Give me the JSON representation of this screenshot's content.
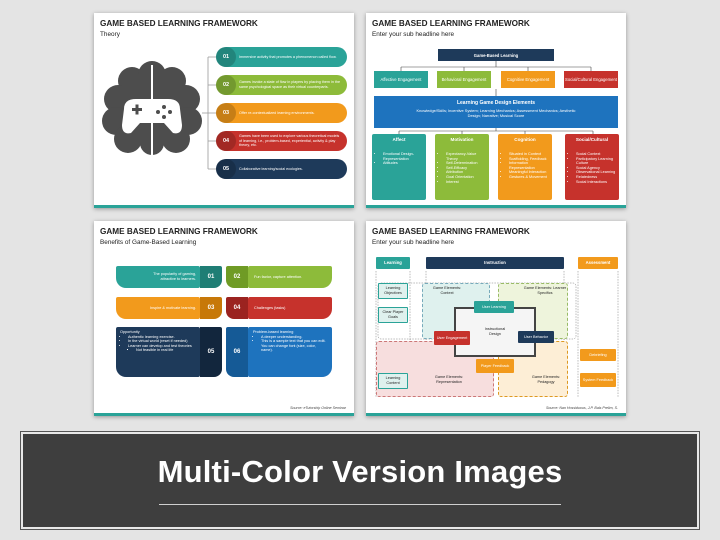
{
  "banner": {
    "title": "Multi-Color Version Images"
  },
  "colors": {
    "teal": "#2aa398",
    "green": "#8dbb3a",
    "orange": "#f29a1c",
    "red": "#c6322c",
    "navy": "#1e3a5a",
    "blue": "#1e73be"
  },
  "slide1": {
    "title": "GAME BASED LEARNING FRAMEWORK",
    "subtitle": "Theory",
    "items": [
      {
        "num": "01",
        "text": "Immersive activity that promotes a phenomenon called flow."
      },
      {
        "num": "02",
        "text": "Games invoke a state of flow in players by placing them in the same psychological space as their virtual counterparts."
      },
      {
        "num": "03",
        "text": "Offer re-contextualized learning environments."
      },
      {
        "num": "04",
        "text": "Games have been used to explore various theoretical models of learning, i.e., problem-based, experiential, activity & play theory, etc."
      },
      {
        "num": "05",
        "text": "Collaborative learning/social ecologies."
      }
    ]
  },
  "slide2": {
    "title": "GAME BASED LEARNING FRAMEWORK",
    "subtitle": "Enter your sub headline here",
    "top": "Game-Based Learning",
    "engagements": [
      "Affective Engagement",
      "Behavioral Engagement",
      "Cognitive Engagement",
      "Social/Cultural Engagement"
    ],
    "elements_title": "Learning Game Design Elements",
    "elements_text": "Knowledge/Skills; Incentive System; Learning Mechanics; Assessment Mechanics; Aesthetic Design; Narrative; Musical Score",
    "columns": [
      {
        "head": "Affect",
        "items": [
          "Emotional Design-Representation",
          "Attitudes"
        ]
      },
      {
        "head": "Motivation",
        "items": [
          "Expectancy-Value Theory",
          "Self-Determination",
          "Self-Efficacy",
          "Attribution",
          "Goal Orientation",
          "Interest"
        ]
      },
      {
        "head": "Cognition",
        "items": [
          "Situated in Context",
          "Scaffolding, Feedback",
          "Information Representation",
          "Meaningful Interaction",
          "Gestures & Movement"
        ]
      },
      {
        "head": "Social/Cultural",
        "items": [
          "Social Context",
          "Participatory Learning Culture",
          "Social Agency",
          "Observational Learning",
          "Relatedness",
          "Social Interactions"
        ]
      }
    ]
  },
  "slide3": {
    "title": "GAME BASED LEARNING FRAMEWORK",
    "subtitle": "Benefits of Game-Based Learning",
    "source": "Source: eTutorship Online Seminar",
    "items": [
      {
        "num": "01",
        "text": "The popularity of gaming, attractive to learners."
      },
      {
        "num": "02",
        "text": "Fun factor, capture attention."
      },
      {
        "num": "03",
        "text": "Inspire & motivate learning."
      },
      {
        "num": "04",
        "text": "Challenges (tasks)"
      }
    ],
    "item5": {
      "num": "05",
      "head": "Opportunity",
      "bullets": [
        "Authentic learning exercise.",
        "In the virtual world (reset if needed)",
        "Learner can develop and test theories"
      ],
      "sub": "Not feasible in real life"
    },
    "item6": {
      "num": "06",
      "head": "Problem-based learning",
      "bullets": [
        "A deeper understanding.",
        "This is a sample text that you can edit. You can change font (size, color, name)."
      ]
    }
  },
  "slide4": {
    "title": "GAME BASED LEARNING FRAMEWORK",
    "subtitle": "Enter your sub headline here",
    "source": "Source: Nan Hossiduous, J.P. Bals Prelim, S.",
    "headers": {
      "learning": "Learning",
      "instruction": "Instruction",
      "assessment": "Assessment"
    },
    "left": [
      "Learning Objectives",
      "Clear Player Goals",
      "Learning Content"
    ],
    "right": [
      "Debriefing",
      "System Feedback"
    ],
    "zones": [
      "Game Elements: Context",
      "Game Elements: Learner Specifics",
      "Game Elements: Representation",
      "Game Elements: Pedagogy"
    ],
    "center": "Instructional Design",
    "nodes": [
      "User Learning",
      "User Behavior",
      "User Engagement",
      "Player Feedback"
    ]
  }
}
